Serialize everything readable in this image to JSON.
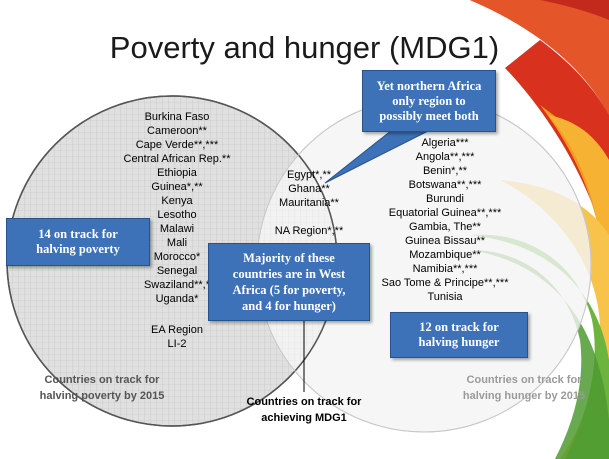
{
  "title": "Poverty and hunger (MDG1)",
  "left_circle": {
    "countries": [
      "Burkina Faso",
      "Cameroon**",
      "Cape Verde**,***",
      "Central African Rep.**",
      "Ethiopia",
      "Guinea*,**",
      "Kenya",
      "Lesotho",
      "Malawi",
      "Mali",
      "Morocco*",
      "Senegal",
      "Swaziland**,*",
      "Uganda*"
    ],
    "extra": [
      "EA Region",
      "LI-2"
    ],
    "caption_line1": "Countries on track for",
    "caption_line2": "halving poverty by 2015"
  },
  "overlap": {
    "countries": [
      "Egypt*,**",
      "Ghana**",
      "Mauritania**"
    ],
    "region": "NA Region*,**",
    "caption_line1": "Countries on track for",
    "caption_line2": "achieving MDG1"
  },
  "right_circle": {
    "countries": [
      "Algeria***",
      "Angola**,***",
      "Benin*,**",
      "Botswana**,***",
      "Burundi",
      "Equatorial Guinea**,***",
      "Gambia, The**",
      "Guinea Bissau**",
      "Mozambique**",
      "Namibia**,***",
      "Sao Tome & Principe**,***",
      "Tunisia"
    ],
    "caption_line1": "Countries on track for",
    "caption_line2": "halving hunger by 2015"
  },
  "callouts": {
    "northern_line1": "Yet northern Africa",
    "northern_line2": "only region to",
    "northern_line3": "possibly meet both",
    "poverty_line1": "14 on track for",
    "poverty_line2": "halving poverty",
    "hunger_line1": "12 on track for",
    "hunger_line2": "halving hunger",
    "majority_line1": "Majority of these",
    "majority_line2": "countries are in West",
    "majority_line3": "Africa (5 for poverty,",
    "majority_line4": "and 4 for hunger)"
  },
  "colors": {
    "callout_fill": "#3d72b8",
    "left_circle_fill": "#e0e0e0",
    "right_circle_fill": "#f4f4f4",
    "decor_red": "#d8321e",
    "decor_orange": "#f39a1e",
    "decor_green": "#58a832"
  }
}
